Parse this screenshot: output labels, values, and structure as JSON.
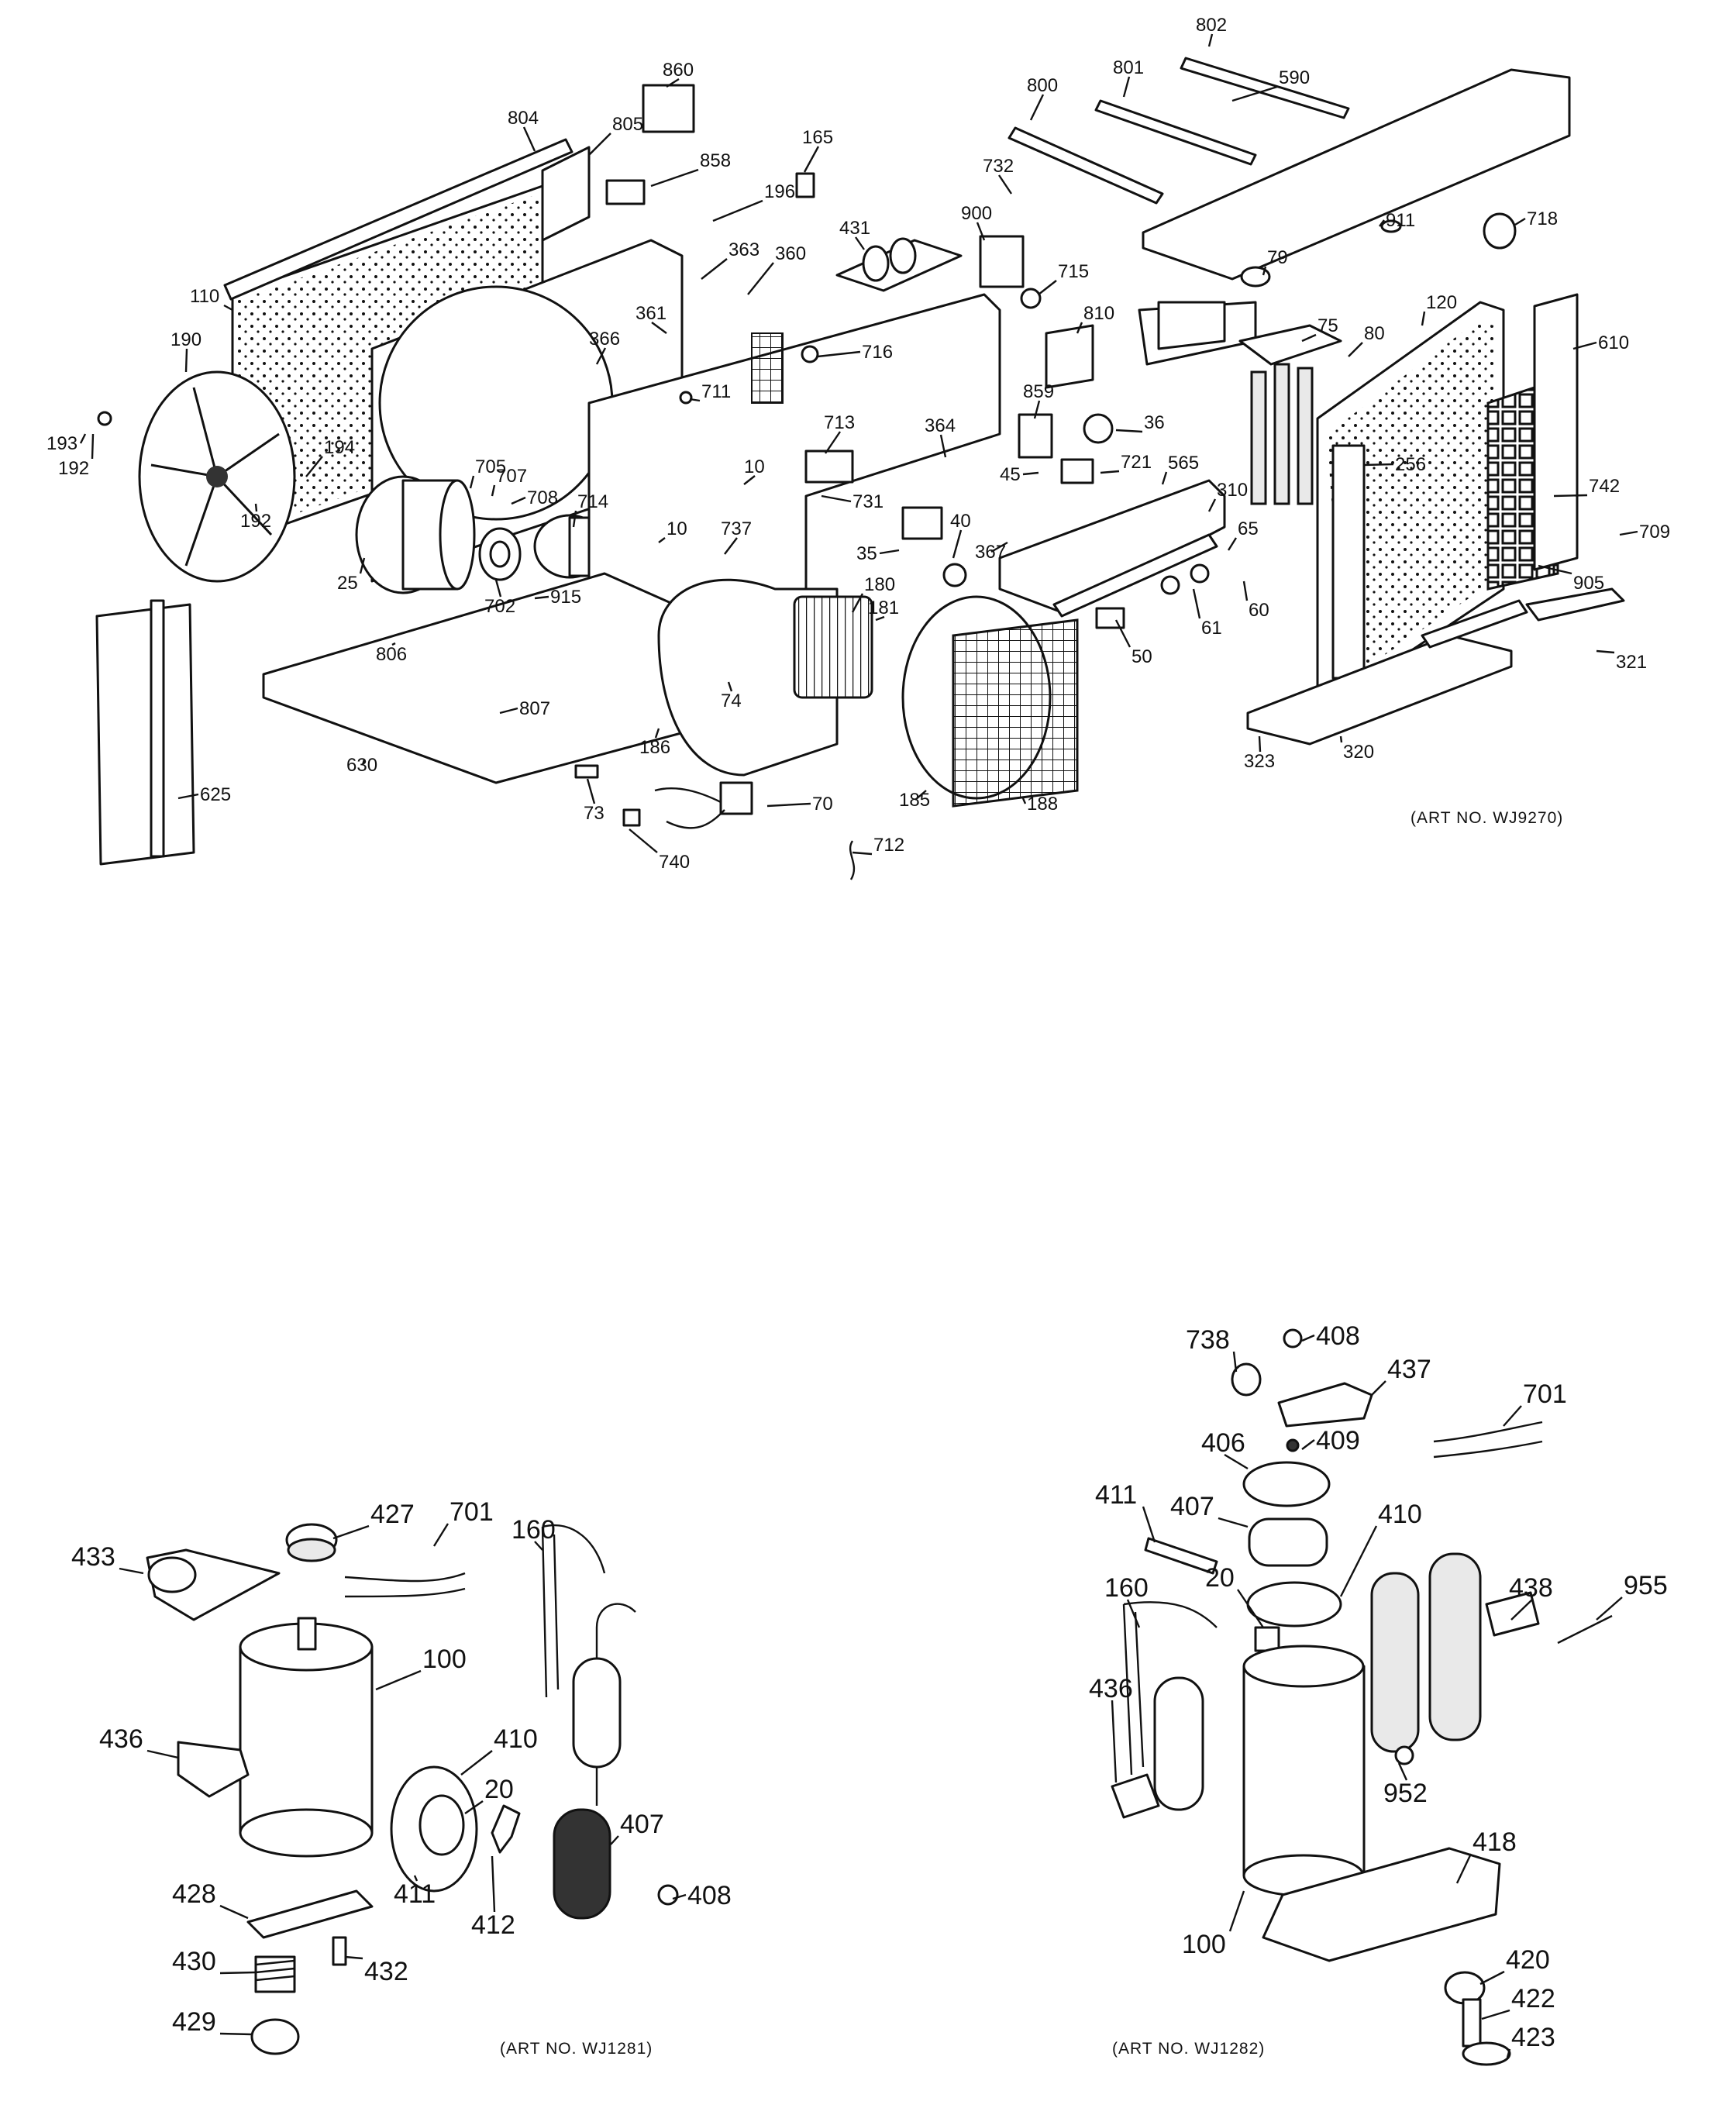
{
  "diagrams": [
    {
      "art_no": "(ART NO. WJ9270)",
      "labels": [
        "804",
        "805",
        "860",
        "858",
        "165",
        "196",
        "363",
        "360",
        "361",
        "366",
        "110",
        "190",
        "193",
        "192",
        "192",
        "194",
        "705",
        "707",
        "708",
        "25",
        "702",
        "714",
        "10",
        "10",
        "915",
        "806",
        "630",
        "807",
        "711",
        "716",
        "713",
        "731",
        "737",
        "35",
        "40",
        "74",
        "180",
        "181",
        "186",
        "73",
        "740",
        "70",
        "712",
        "185",
        "188",
        "625",
        "802",
        "801",
        "800",
        "590",
        "732",
        "431",
        "900",
        "715",
        "810",
        "859",
        "36",
        "364",
        "45",
        "721",
        "565",
        "367",
        "310",
        "65",
        "61",
        "60",
        "50",
        "911",
        "718",
        "79",
        "75",
        "80",
        "120",
        "610",
        "256",
        "742",
        "709",
        "905",
        "321",
        "320",
        "323"
      ]
    },
    {
      "art_no": "(ART NO. WJ1281)",
      "labels": [
        "433",
        "427",
        "701",
        "160",
        "100",
        "436",
        "410",
        "20",
        "411",
        "412",
        "407",
        "408",
        "428",
        "430",
        "432",
        "429"
      ]
    },
    {
      "art_no": "(ART NO. WJ1282)",
      "labels": [
        "738",
        "408",
        "437",
        "701",
        "406",
        "409",
        "411",
        "407",
        "410",
        "20",
        "438",
        "955",
        "160",
        "436",
        "952",
        "100",
        "418",
        "420",
        "422",
        "423"
      ]
    }
  ]
}
